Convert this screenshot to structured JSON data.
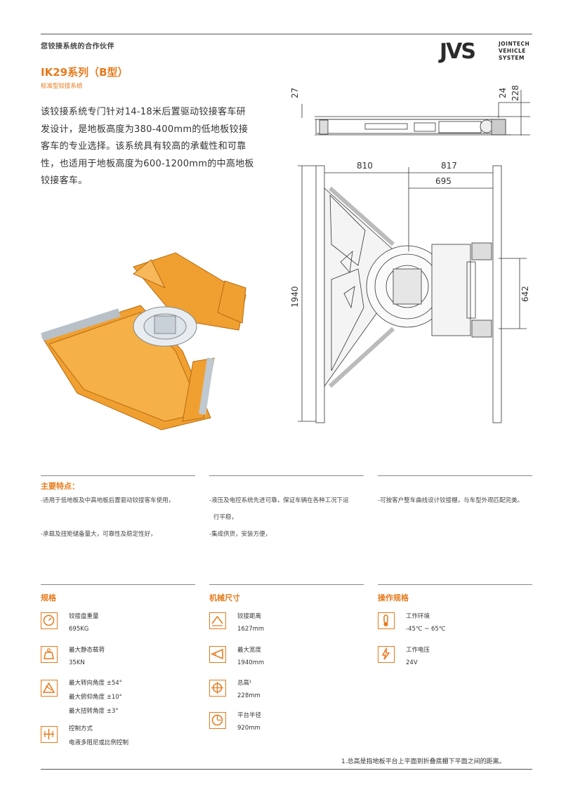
{
  "header": {
    "tagline": "您铰接系统的合作伙伴",
    "logo_mark": "JVS",
    "logo_line1": "JOINTECH",
    "logo_line2": "VEHICLE",
    "logo_line3": "SYSTEM"
  },
  "title": {
    "series": "IK29系列（B型）",
    "subtitle": "标准型铰接系统"
  },
  "intro": "该铰接系统专门针对14-18米后置驱动铰接客车研发设计，是地板高度为380-400mm的低地板铰接客车的专业选择。该系统具有较高的承载性和可靠性，也适用于地板高度为600-1200mm的中高地板铰接客车。",
  "drawing": {
    "dim_27": "27",
    "dim_24": "24",
    "dim_228": "228",
    "dim_810": "810",
    "dim_817": "817",
    "dim_695": "695",
    "dim_1940": "1940",
    "dim_642": "642"
  },
  "features": {
    "heading": "主要特点：",
    "col1_a": "-适用于低地板及中高地板后置驱动铰接客车使用，",
    "col1_b": "-承载及扭矩储备量大，可靠性及稳定性好，",
    "col2_a": "-液压及电控系统先进可靠，保证车辆在各种工况下运",
    "col2_a2": "行平稳，",
    "col2_b": "-集成供货，安装方便，",
    "col3_a": "-可按客户整车曲线设计铰接棚，与车型外观匹配完美。"
  },
  "specs": {
    "heading": "规格",
    "weight_label": "铰接盘重量",
    "weight_value": "695KG",
    "load_label": "最大静态载荷",
    "load_value": "35KN",
    "angle1": "最大转向角度 ±54°",
    "angle2": "最大俯仰角度 ±10°",
    "angle3": "最大扭转角度 ±3°",
    "control_label": "控制方式",
    "control_value": "电液多阻尼或比例控制"
  },
  "dimensions": {
    "heading": "机械尺寸",
    "dist_label": "铰接距离",
    "dist_value": "1627mm",
    "width_label": "最大宽度",
    "width_value": "1940mm",
    "height_label": "总高¹",
    "height_value": "228mm",
    "radius_label": "平台半径",
    "radius_value": "920mm"
  },
  "operation": {
    "heading": "操作规格",
    "env_label": "工作环境",
    "env_value": "-45℃ ~ 65℃",
    "volt_label": "工作电压",
    "volt_value": "24V"
  },
  "footnote": "1.总高是指地板平台上平面到折叠底棚下平面之间的距离。",
  "colors": {
    "accent": "#e8791a",
    "product": "#f0a030",
    "rule": "#555555"
  }
}
